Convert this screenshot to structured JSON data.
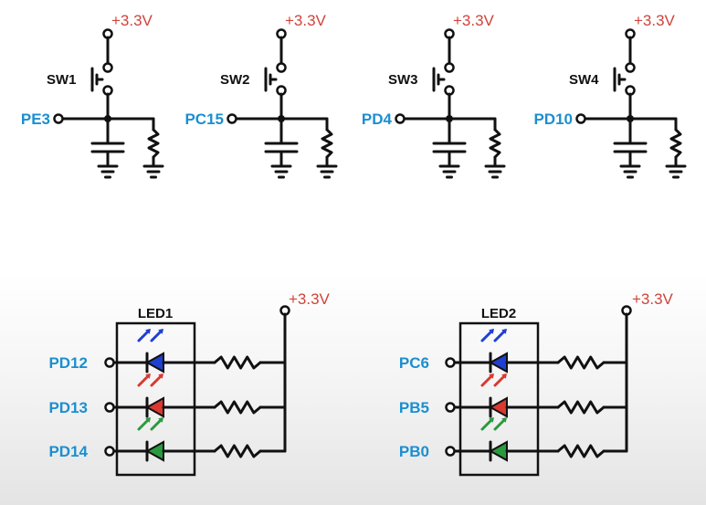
{
  "colors": {
    "wire": "#111111",
    "supply_text": "#d0433a",
    "port_text": "#1b8fd0",
    "led_blue": "#1f3fcf",
    "led_red": "#d9392f",
    "led_green": "#2a9a3e"
  },
  "switches": [
    {
      "name": "SW1",
      "port": "PE3",
      "supply": "+3.3V"
    },
    {
      "name": "SW2",
      "port": "PC15",
      "supply": "+3.3V"
    },
    {
      "name": "SW3",
      "port": "PD4",
      "supply": "+3.3V"
    },
    {
      "name": "SW4",
      "port": "PD10",
      "supply": "+3.3V"
    }
  ],
  "led_groups": [
    {
      "name": "LED1",
      "supply": "+3.3V",
      "channels": [
        {
          "port": "PD12",
          "color": "blue"
        },
        {
          "port": "PD13",
          "color": "red"
        },
        {
          "port": "PD14",
          "color": "green"
        }
      ]
    },
    {
      "name": "LED2",
      "supply": "+3.3V",
      "channels": [
        {
          "port": "PC6",
          "color": "blue"
        },
        {
          "port": "PB5",
          "color": "red"
        },
        {
          "port": "PB0",
          "color": "green"
        }
      ]
    }
  ]
}
